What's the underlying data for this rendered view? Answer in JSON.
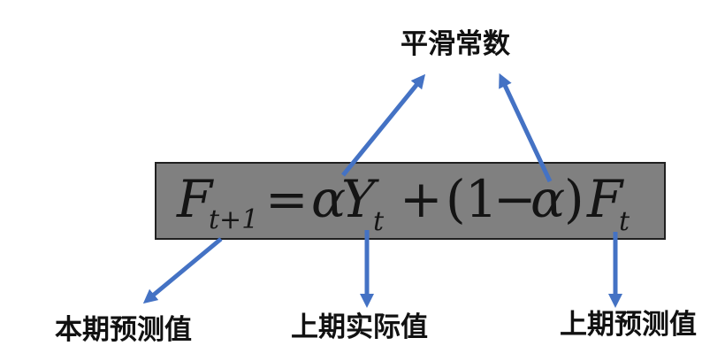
{
  "formula": {
    "F": "F",
    "sub_t1": "t+1",
    "equals": "=",
    "alpha": "α",
    "Y": "Y",
    "sub_t": "t",
    "plus": "+",
    "open_paren": "(",
    "one": "1",
    "minus": "−",
    "alpha2": "α",
    "close_paren": ")",
    "F2": "F",
    "sub_t2": "t"
  },
  "labels": {
    "smoothing_constant": "平滑常数",
    "current_forecast": "本期预测值",
    "previous_actual": "上期实际值",
    "previous_forecast": "上期预测值"
  },
  "colors": {
    "arrow": "#4472C4",
    "box_fill": "#808080",
    "box_border": "#202020"
  }
}
